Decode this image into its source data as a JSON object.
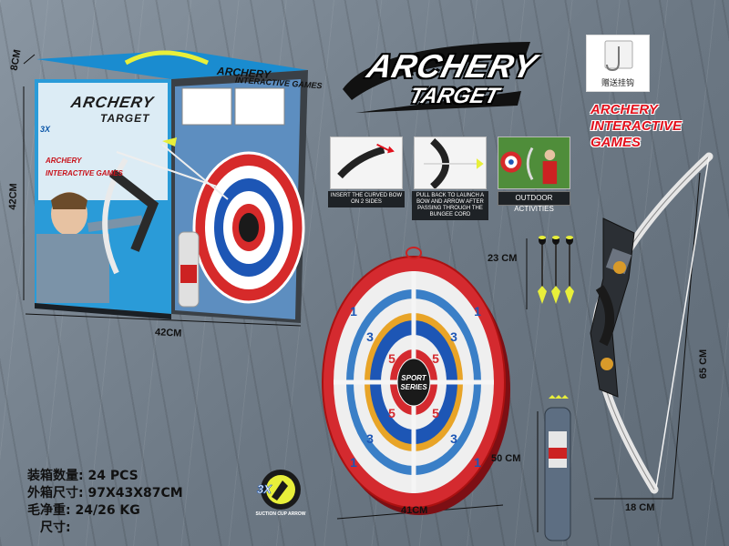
{
  "colors": {
    "accent_red": "#e2101c",
    "target_blue": "#1d56b5",
    "box_blue": "#2a9bd8",
    "background": "#7a8692"
  },
  "logo": {
    "line1": "ARCHERY",
    "line2": "TARGET"
  },
  "box": {
    "title1": "ARCHERY",
    "title2": "TARGET",
    "side_title1": "ARCHERY",
    "side_title2": "INTERACTIVE GAMES",
    "subtitle1": "ARCHERY",
    "subtitle2": "INTERACTIVE GAMES",
    "badge": "3X",
    "dim_height": "8CM",
    "dim_depth": "42CM",
    "dim_width": "42CM"
  },
  "hook_badge": {
    "icon": "hook-icon",
    "label": "赠送挂钩"
  },
  "games_label": {
    "line1": "ARCHERY",
    "line2": "INTERACTIVE",
    "line3": "GAMES"
  },
  "features": [
    {
      "caption": "INSERT THE CURVED BOW ON 2 SIDES"
    },
    {
      "caption": "PULL BACK TO LAUNCH A BOW AND ARROW AFTER PASSING THROUGH THE BUNGEE CORD"
    },
    {
      "caption": "OUTDOOR ACTIVITIES"
    }
  ],
  "target": {
    "center_line1": "SPORT",
    "center_line2": "SERIES",
    "ring_numbers": [
      "1",
      "3",
      "5"
    ],
    "dim_width": "41CM",
    "dim_height": "50 CM"
  },
  "arrows": {
    "dim_height": "23 CM",
    "count": 3
  },
  "bow": {
    "dim_height": "65 CM",
    "dim_width": "18 CM"
  },
  "badge3x": {
    "label": "3X",
    "text": "SUCTION CUP ARROW"
  },
  "specs": [
    {
      "label": "装箱数量:",
      "value": "24 PCS"
    },
    {
      "label": "外箱尺寸:",
      "value": "97X43X87CM"
    },
    {
      "label": "毛净重:",
      "value": "24/26 KG"
    },
    {
      "label": "尺寸:",
      "value": ""
    }
  ]
}
